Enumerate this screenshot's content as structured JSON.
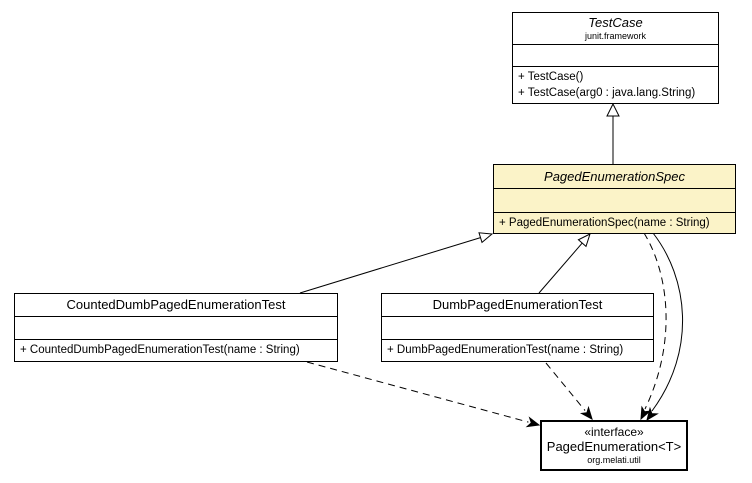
{
  "colors": {
    "highlight-fill": "#fbf3c8",
    "box-fill": "#ffffff",
    "line": "#000000",
    "background": "#ffffff"
  },
  "classes": {
    "testcase": {
      "name": "TestCase",
      "package": "junit.framework",
      "methods": [
        "+ TestCase()",
        "+ TestCase(arg0 : java.lang.String)"
      ]
    },
    "spec": {
      "name": "PagedEnumerationSpec",
      "methods": [
        "+ PagedEnumerationSpec(name : String)"
      ]
    },
    "counted": {
      "name": "CountedDumbPagedEnumerationTest",
      "methods": [
        "+ CountedDumbPagedEnumerationTest(name : String)"
      ]
    },
    "dumb": {
      "name": "DumbPagedEnumerationTest",
      "methods": [
        "+ DumbPagedEnumerationTest(name : String)"
      ]
    },
    "paged_enumeration": {
      "stereotype": "«interface»",
      "name": "PagedEnumeration<T>",
      "package": "org.melati.util"
    }
  },
  "relations": [
    {
      "from": "PagedEnumerationSpec",
      "to": "TestCase",
      "type": "generalization"
    },
    {
      "from": "CountedDumbPagedEnumerationTest",
      "to": "PagedEnumerationSpec",
      "type": "generalization"
    },
    {
      "from": "DumbPagedEnumerationTest",
      "to": "PagedEnumerationSpec",
      "type": "generalization"
    },
    {
      "from": "CountedDumbPagedEnumerationTest",
      "to": "PagedEnumeration<T>",
      "type": "dependency"
    },
    {
      "from": "DumbPagedEnumerationTest",
      "to": "PagedEnumeration<T>",
      "type": "dependency"
    },
    {
      "from": "PagedEnumerationSpec",
      "to": "PagedEnumeration<T>",
      "type": "dependency"
    },
    {
      "from": "PagedEnumerationSpec",
      "to": "PagedEnumeration<T>",
      "type": "association"
    }
  ]
}
